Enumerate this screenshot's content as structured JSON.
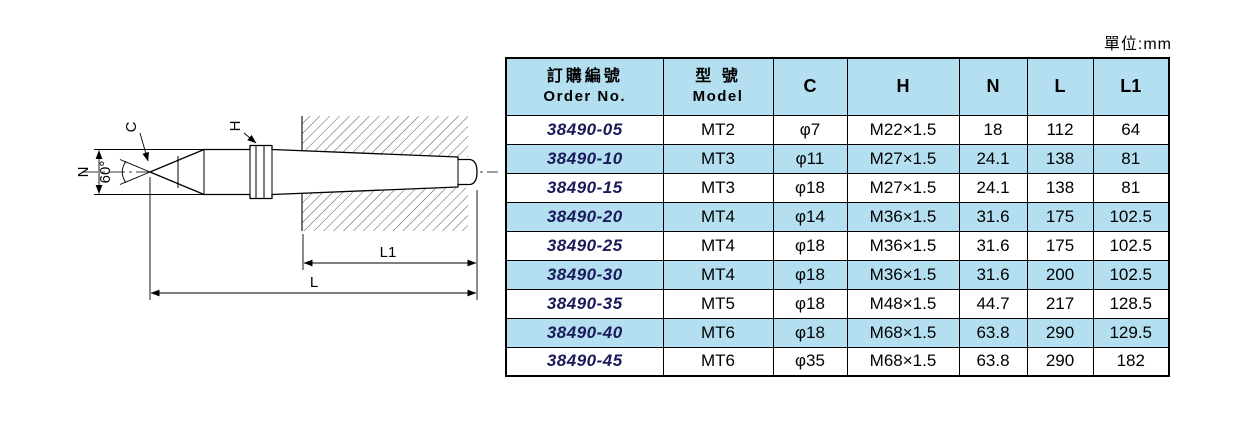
{
  "unit_label": "單位:mm",
  "colors": {
    "table_accent": "#b3dff0",
    "order_no_text": "#1a1a5a",
    "line": "#000000"
  },
  "diagram": {
    "labels": {
      "c": "C",
      "h": "H",
      "n": "N",
      "angle": "60°",
      "l1": "L1",
      "l": "L"
    }
  },
  "table": {
    "headers": {
      "order": {
        "zh": "訂購編號",
        "en": "Order No."
      },
      "model": {
        "zh": "型 號",
        "en": "Model"
      },
      "c": "C",
      "h": "H",
      "n": "N",
      "l": "L",
      "l1": "L1"
    },
    "col_keys": [
      "order-no",
      "model",
      "c",
      "h",
      "n",
      "l",
      "l1"
    ],
    "rows": [
      [
        "38490-05",
        "MT2",
        "φ7",
        "M22×1.5",
        "18",
        "112",
        "64"
      ],
      [
        "38490-10",
        "MT3",
        "φ11",
        "M27×1.5",
        "24.1",
        "138",
        "81"
      ],
      [
        "38490-15",
        "MT3",
        "φ18",
        "M27×1.5",
        "24.1",
        "138",
        "81"
      ],
      [
        "38490-20",
        "MT4",
        "φ14",
        "M36×1.5",
        "31.6",
        "175",
        "102.5"
      ],
      [
        "38490-25",
        "MT4",
        "φ18",
        "M36×1.5",
        "31.6",
        "175",
        "102.5"
      ],
      [
        "38490-30",
        "MT4",
        "φ18",
        "M36×1.5",
        "31.6",
        "200",
        "102.5"
      ],
      [
        "38490-35",
        "MT5",
        "φ18",
        "M48×1.5",
        "44.7",
        "217",
        "128.5"
      ],
      [
        "38490-40",
        "MT6",
        "φ18",
        "M68×1.5",
        "63.8",
        "290",
        "129.5"
      ],
      [
        "38490-45",
        "MT6",
        "φ35",
        "M68×1.5",
        "63.8",
        "290",
        "182"
      ]
    ]
  }
}
